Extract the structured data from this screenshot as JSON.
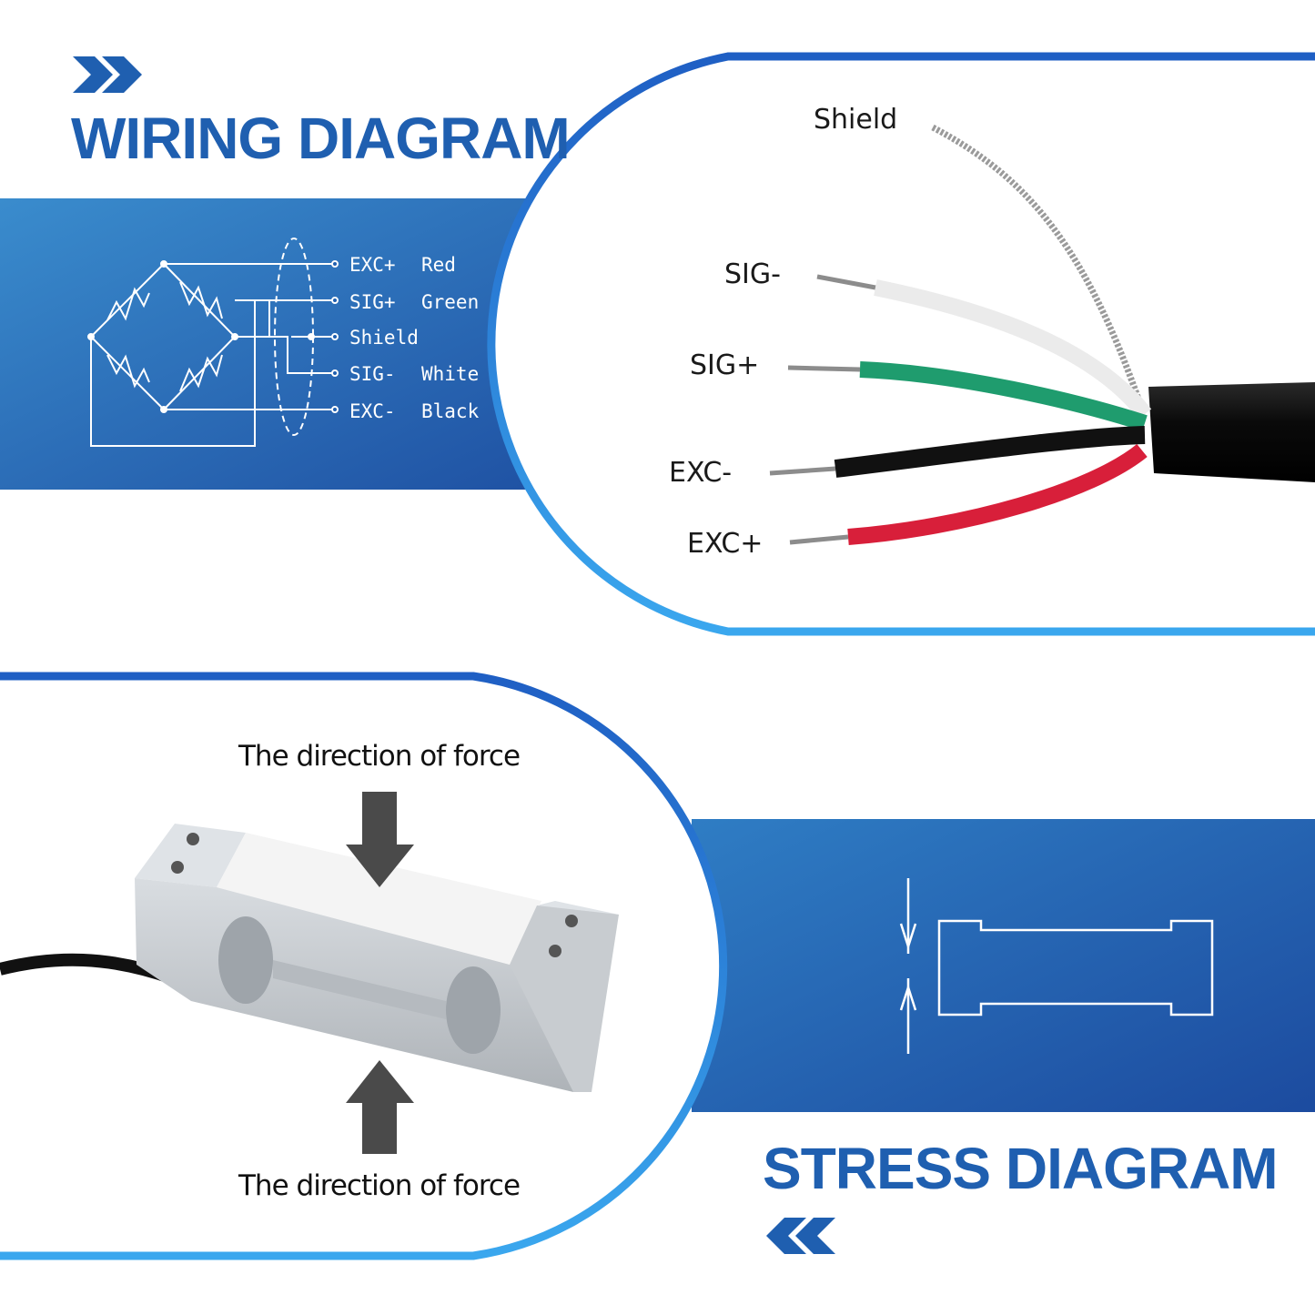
{
  "wiring": {
    "title": "WIRING DIAGRAM",
    "schematic_labels": [
      {
        "signal": "EXC+",
        "color": "Red"
      },
      {
        "signal": "SIG+",
        "color": "Green"
      },
      {
        "signal": "Shield",
        "color": ""
      },
      {
        "signal": "SIG-",
        "color": "White"
      },
      {
        "signal": "EXC-",
        "color": "Black"
      }
    ],
    "photo_labels": [
      "Shield",
      "SIG-",
      "SIG+",
      "EXC-",
      "EXC+"
    ]
  },
  "stress": {
    "title": "STRESS DIAGRAM",
    "force_label_top": "The direction of force",
    "force_label_bottom": "The direction of force"
  },
  "colors": {
    "brand_blue": "#1f5fb0",
    "band_light": "#3b8fd0",
    "band_dark": "#1e4fa3",
    "wire_red": "#d81f3a",
    "wire_green": "#1f9c6e",
    "wire_black": "#111111"
  }
}
